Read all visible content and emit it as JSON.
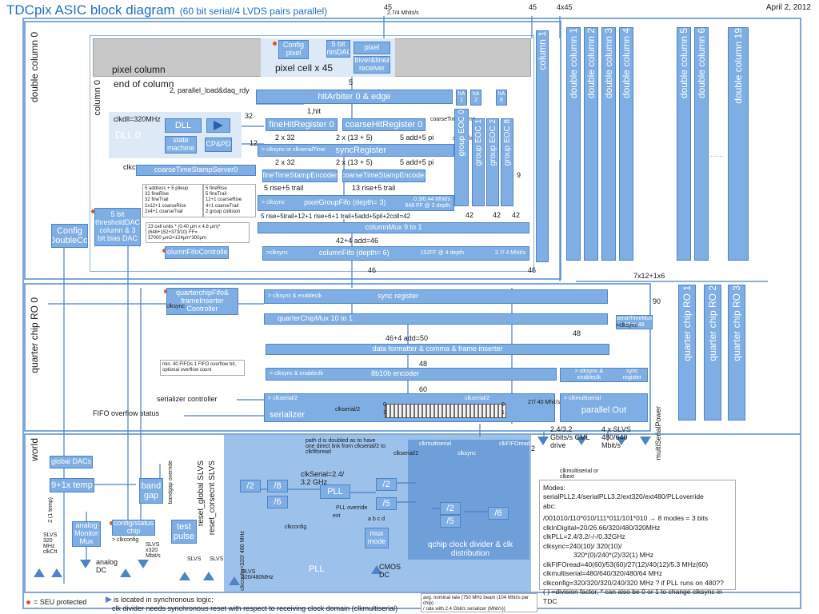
{
  "header": {
    "title": "TDCpix ASIC block diagram",
    "subtitle": "(60 bit serial/4 LVDS pairs parallel)",
    "date": "April 2, 2012",
    "top_45_a": "45",
    "top_rate": "2.7/4 Mhits/s",
    "top_45_b": "45",
    "top_4x45": "4x45"
  },
  "column": {
    "double_column_0": "double column 0",
    "column_0": "column 0",
    "pixel_column": "pixel column",
    "end_of_column": "end of column",
    "config_pixel": "Config pixel",
    "trim_dac": "5 bit trimDAC",
    "pixel": "pixel",
    "driver": "driver&line& receiver",
    "pixel_cell": "pixel cell x 45",
    "n5": "5",
    "parallel_load": "2, parallel_load&daq_rdy",
    "hit_arbiter": "hitArbiter 0 & edge",
    "hA1": "hA 1",
    "hA2": "hA 2",
    "hA8": "hA 8",
    "hit1": "1,hit",
    "clk_dll": "clkdll=320MHz",
    "n32": "32",
    "dll": "DLL",
    "dll0": "DLL 0",
    "state_machine": "state machine",
    "cp_pd": "CP&PD",
    "fine_hit_reg": "fineHitRegister 0",
    "coarse_hit_reg": "coarseHitRegister 0",
    "coarse_ts": "coarseTimeStamp",
    "n2x32": "2 x 32",
    "n2x13": "2 x (13 + 5)",
    "n5add": "5 add+5 pi",
    "n12": "12",
    "serial_time": "serialTime",
    "n1": "1",
    "sync_reg_label": "> clksync or clkserialTime",
    "sync_register": "syncRegister",
    "n2x32b": "2 x 32",
    "n2x13b": "2 x (13 + 5)",
    "n5addb": "5 add+5 pi",
    "clk_ctt": "clkctt",
    "coarse_ts_server": "coarseTimeStampServer0",
    "fine_ts_enc": "fineTimeStampEncoder",
    "coarse_ts_enc": "coarseTimeStampEncoder",
    "trail5": "5 rise+5 trail",
    "trail13": "13 rise+5 trail",
    "clk_sync": "> clksync",
    "pixel_group_fifo": "pixelGroupFifo (depth= 3)",
    "fifo_rate": "0.3/0.44 Mhit/s",
    "fifo_ff": "648 FF @ 2 depth",
    "group_eoc0": "group EOC 0",
    "group_eoc1": "group EOC 1",
    "group_eoc2": "group EOC 2",
    "group_eoc8": "group EOC 8",
    "n9": "9",
    "note_a": [
      "5 address + 5 pileup",
      "32 fineRise",
      "32 fineTrail",
      "2x12+1 coarseRise",
      "2x4+1 coarseTrail"
    ],
    "note_b": [
      "5 fineRise",
      "5 fineTrail",
      "12+1 coarseRise",
      "4+1 coarseTrail",
      "2 group collision"
    ],
    "rise_trail": "5 rise+5trail+12+1 rise+6+1 trail+5add+5pil+2coll=42",
    "n42a": "42",
    "n42b": "42",
    "n42c": "42",
    "threshold_dac": "5 bit thresholdDAC column & 3 bit bias DAC",
    "cell_units": [
      "23 cell units * (0.40 μm x 4.8 μm)*",
      "(648+152+373/10) FF=",
      "37000 μm2=124μm*300μm"
    ],
    "column_mux": "columnMux 9 to 1",
    "add46": "42+4 add=46",
    "config_doublecol": "Config DoubleCol",
    "column_fifo_ctrl": "columnFifoController",
    "clk_sync2": ">clksync",
    "column_fifo": "columnFifo (depth= 6)",
    "column_fifo_ff": "152FF @ 4 depth",
    "column_fifo_rate": "2.7/ 4 Mhit/s",
    "n46a": "46",
    "n46b": "46",
    "column_1": "column 1"
  },
  "double_columns": [
    "double column 1",
    "double column 2",
    "double column 3",
    "double column 4",
    "double column 5",
    "double column 6",
    "double column 19"
  ],
  "dots": "......",
  "bus_7x12": "7x12+1x6",
  "quarter": {
    "label": "quarter chip RO 0",
    "qc_fifo": "quarterchipFifo& frameInserter Controller",
    "clk_sync": "clksync",
    "sync_reg_clk": "> clksync & enableclk",
    "sync_register": "sync register",
    "n90": "90",
    "qc_mux": "quarterChipMux 10 to 1",
    "serial_time_mux": "serialTimeMux 10 to 48",
    "clk_sync3": ">clksync",
    "add50": "46+4 add=50",
    "n48a": "48",
    "data_formatter": "data formatter & comma & frame inserter",
    "n48b": "48",
    "fifo_note": "min. 40 FIFOs 1 FIFO overflow bit, optional overflow count",
    "enc_clk": "> clksync & enableclk",
    "enc_8b10b": "8b10b encoder",
    "sync_reg2_clk": "> clksync & enableclk",
    "sync_register2": "sync register",
    "n60": "60",
    "serializer_controller": "serializer controller",
    "fifo_overflow": "FIFO overflow status",
    "clk_serial2a": "> clkserial/2",
    "serializer": "serializer",
    "clk_serial2b": "clkserial/2",
    "clk_serial2c": "clkserial/2",
    "rate_27_40": "27/ 40 Mhit/s",
    "ser_bits": [
      "0",
      "1",
      "0",
      "1"
    ],
    "clk_multiserial": "> clkmultiserial",
    "parallel_out": "parallel Out",
    "mul_serial_power": "multiSerialPower",
    "cml": "2.4/3.2 Gbits/s CML drive",
    "n2": "2",
    "slvs4": "4 x SLVS 480/640 Mbit/s",
    "clk_multi2": "clkmultiserial or clkext"
  },
  "quarter_cols": [
    "quarter chip RO 1",
    "quarter chip RO 2",
    "quarter chip RO 3"
  ],
  "world": {
    "label": "world",
    "global_dacs": "global DACs",
    "temp": "9+1x temp",
    "band_gap": "band gap",
    "bandgap_override": "bandgap override",
    "reset_global": "reset_global SLVS",
    "reset_corsecnt": "reset_corsecnt SLVS",
    "temp2": "2 (1 temp)",
    "analog_monitor": "analog Monitor Mux",
    "config_status": "config/status chip",
    "clk_config": "> clkconfig",
    "test_pulse": "test pulse",
    "slvs_320": "SLVS 320 MHz clkCtt",
    "slvs_x320": "SLVS x320 Mbit/s",
    "slvs_a": "SLVS",
    "slvs_b": "SLVS",
    "analog_dc": "analog DC",
    "clk_config_vert": "clkconfig=320/ 480 MHz",
    "slvs_320_480": "SLVS 320/480MHz",
    "pll": "PLL",
    "pll_box": "PLL",
    "pll_note": "path d is doubled as to have one direct link from clkserial/2 to clkfiforead",
    "clk_serial_pll": "clkSerial=2.4/ 3.2 GHz",
    "div2": "/2",
    "div8": "/8",
    "div6": "/6",
    "div2b": "/2",
    "div5": "/5",
    "pll_override": "PLL override",
    "ext": "ext",
    "abcd": "a b c d",
    "mux_mode": "mux mode",
    "cmos_dc": "CMOS DC",
    "clk_config_b": "clkconfig",
    "clk_serial2": "clkserial/2",
    "clk_multiserial": "clkmultiserial",
    "clk_sync": "clksync",
    "clk_fifo_read": "clkFIFOread",
    "div2c": "/2",
    "div5b": "/5",
    "div6b": "/6",
    "qchip_clk": "qchip clock divider & clk distribution"
  },
  "modes": {
    "title": "Modes:",
    "line1": "serialPLL2.4/serialPLL3.2/ext320/ext480/PLLoverride",
    "line2": "abc:",
    "line3": "/001010/110*010/111*011/101*010 → 8 modes = 3 bits",
    "line4": "clkInDigital=20/26.66/320/480/320MHz",
    "line5": "clkPLL=2.4/3.2/-/-/0.32GHz",
    "line6": "clksync=240(10)/ 320(10)/",
    "line7": "320*(0)/240*(2)/32(1) MHz",
    "line8": "clkFIFOread=40(60)/53(60)/27(12)/40(12)/5.3 MHz(60)",
    "line9": "clkmultiserial=480/640/320/480/64 MHz",
    "line10": "clkconfig=320/320/320/240/320 MHz ? if PLL runs on 480??",
    "line11": "( ) =division factor, * can also be 0 or 1 to change clksync in TDC"
  },
  "footer": {
    "seu": "= SEU protected",
    "sync_logic": "is located in synchronous logic;",
    "clk_divider": "clk divider  needs synchronous reset with respect to receiving clock domain (clkmultiserial)",
    "avg_rate": "avg. nominal rate (750 MHz beam (104 Mhit/s per chip)",
    "avg_rate2": "/ rate with 2.4 Gbit/s serializer (Mhit/s))"
  },
  "colors": {
    "block": "#7eaee3",
    "border": "#4f84c4",
    "frame": "#7fa8d8",
    "seu": "#e0502a",
    "title": "#1f6ec8"
  }
}
